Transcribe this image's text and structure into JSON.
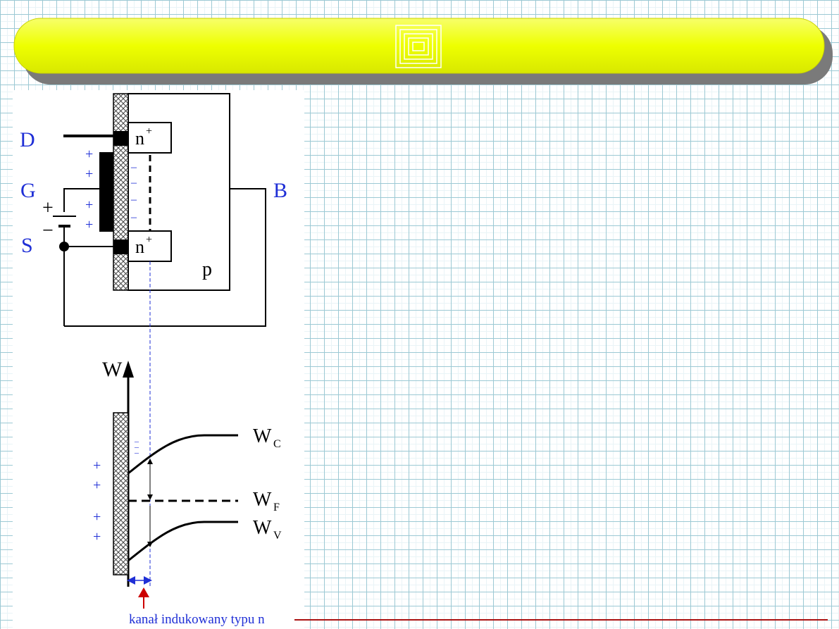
{
  "colors": {
    "title_bar": "#eeff00",
    "grid": "#9cc9d4",
    "label_blue": "#1f2fd6",
    "arrow_red": "#cc0000",
    "bottom_line": "#aa1111"
  },
  "mosfet": {
    "terminal_drain": "D",
    "terminal_gate": "G",
    "terminal_source": "S",
    "terminal_body": "B",
    "region_drain": "n",
    "region_drain_sup": "+",
    "region_source": "n",
    "region_source_sup": "+",
    "substrate": "p",
    "battery_plus": "+",
    "battery_minus": "−",
    "gate_charge": "+",
    "channel_charge": "–"
  },
  "band_diagram": {
    "axis_label": "W",
    "conduction_label": "W",
    "conduction_sub": "C",
    "fermi_label": "W",
    "fermi_sub": "F",
    "valence_label": "W",
    "valence_sub": "V",
    "surface_charge": "+",
    "electron_marks": "–",
    "channel_caption": "kanał indukowany typu n"
  }
}
